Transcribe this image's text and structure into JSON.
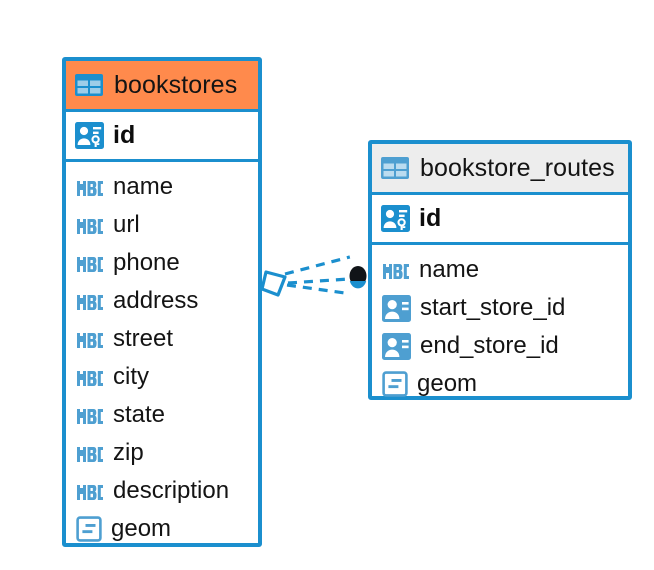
{
  "diagram": {
    "type": "entity-relationship-diagram",
    "background": "#ffffff",
    "accent_color": "#1B8FCE",
    "highlight_color": "#FF8A4C",
    "header_gray": "#EDEDED"
  },
  "entities": [
    {
      "name": "bookstores",
      "header_icon": "table-icon",
      "header_background": "#FF8A4C",
      "selected": true,
      "primary_key": {
        "name": "id",
        "icon": "primary-key-icon"
      },
      "fields": [
        {
          "name": "name",
          "icon": "text-abc-icon"
        },
        {
          "name": "url",
          "icon": "text-abc-icon"
        },
        {
          "name": "phone",
          "icon": "text-abc-icon"
        },
        {
          "name": "address",
          "icon": "text-abc-icon"
        },
        {
          "name": "street",
          "icon": "text-abc-icon"
        },
        {
          "name": "city",
          "icon": "text-abc-icon"
        },
        {
          "name": "state",
          "icon": "text-abc-icon"
        },
        {
          "name": "zip",
          "icon": "text-abc-icon"
        },
        {
          "name": "description",
          "icon": "text-abc-icon"
        },
        {
          "name": "geom",
          "icon": "geometry-icon"
        }
      ]
    },
    {
      "name": "bookstore_routes",
      "header_icon": "table-icon",
      "header_background": "#EDEDED",
      "selected": false,
      "primary_key": {
        "name": "id",
        "icon": "primary-key-icon"
      },
      "fields": [
        {
          "name": "name",
          "icon": "text-abc-icon"
        },
        {
          "name": "start_store_id",
          "icon": "foreign-key-icon"
        },
        {
          "name": "end_store_id",
          "icon": "foreign-key-icon"
        },
        {
          "name": "geom",
          "icon": "geometry-icon"
        }
      ]
    }
  ],
  "relationship": {
    "from_entity": "bookstores",
    "to_entity": "bookstore_routes",
    "from_cardinality": "many",
    "to_cardinality": "one",
    "line_style": "dashed",
    "line_color": "#1B8FCE",
    "endpoint_marker_from": "crows-foot-icon",
    "endpoint_marker_to": "filled-circle-icon"
  }
}
